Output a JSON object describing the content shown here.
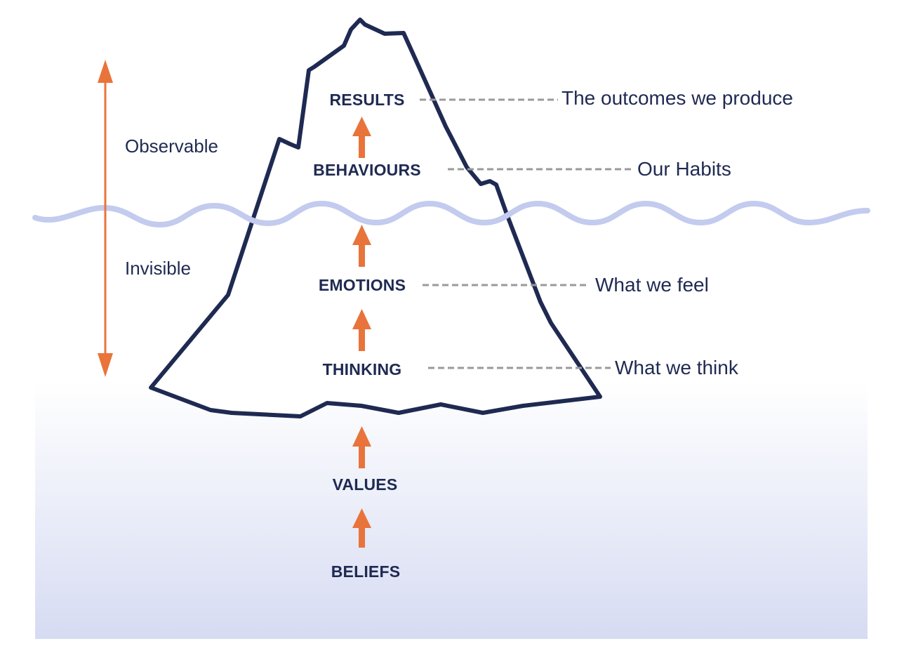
{
  "levels": {
    "results": "RESULTS",
    "behaviours": "BEHAVIOURS",
    "emotions": "EMOTIONS",
    "thinking": "THINKING",
    "values": "VALUES",
    "beliefs": "BELIEFS"
  },
  "descriptions": {
    "results": "The outcomes we produce",
    "behaviours": "Our Habits",
    "emotions": "What we feel",
    "thinking": "What we think"
  },
  "side_labels": {
    "observable": "Observable",
    "invisible": "Invisible"
  },
  "colors": {
    "ink": "#1f2a52",
    "arrow": "#e8743b",
    "water_line": "#c3cbee",
    "leader": "#9a9a9a",
    "water_fill": "#d8dcf3"
  }
}
